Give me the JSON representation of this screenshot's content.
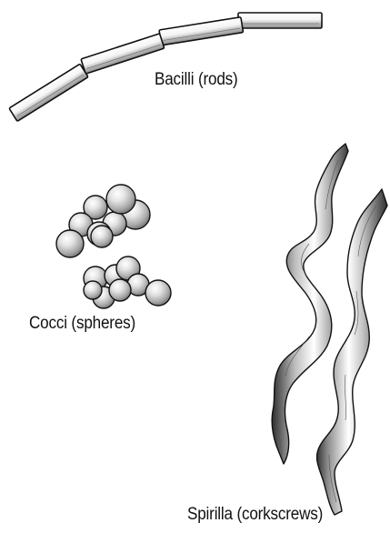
{
  "labels": {
    "bacilli": "Bacilli (rods)",
    "cocci": "Cocci (spheres)",
    "spirilla": "Spirilla (corkscrews)"
  },
  "colors": {
    "outline": "#111111",
    "highlight": "#ffffff",
    "shade_light": "#d9d9d9",
    "shade_mid": "#9a9a9a",
    "shade_dark": "#3a3a3a"
  }
}
